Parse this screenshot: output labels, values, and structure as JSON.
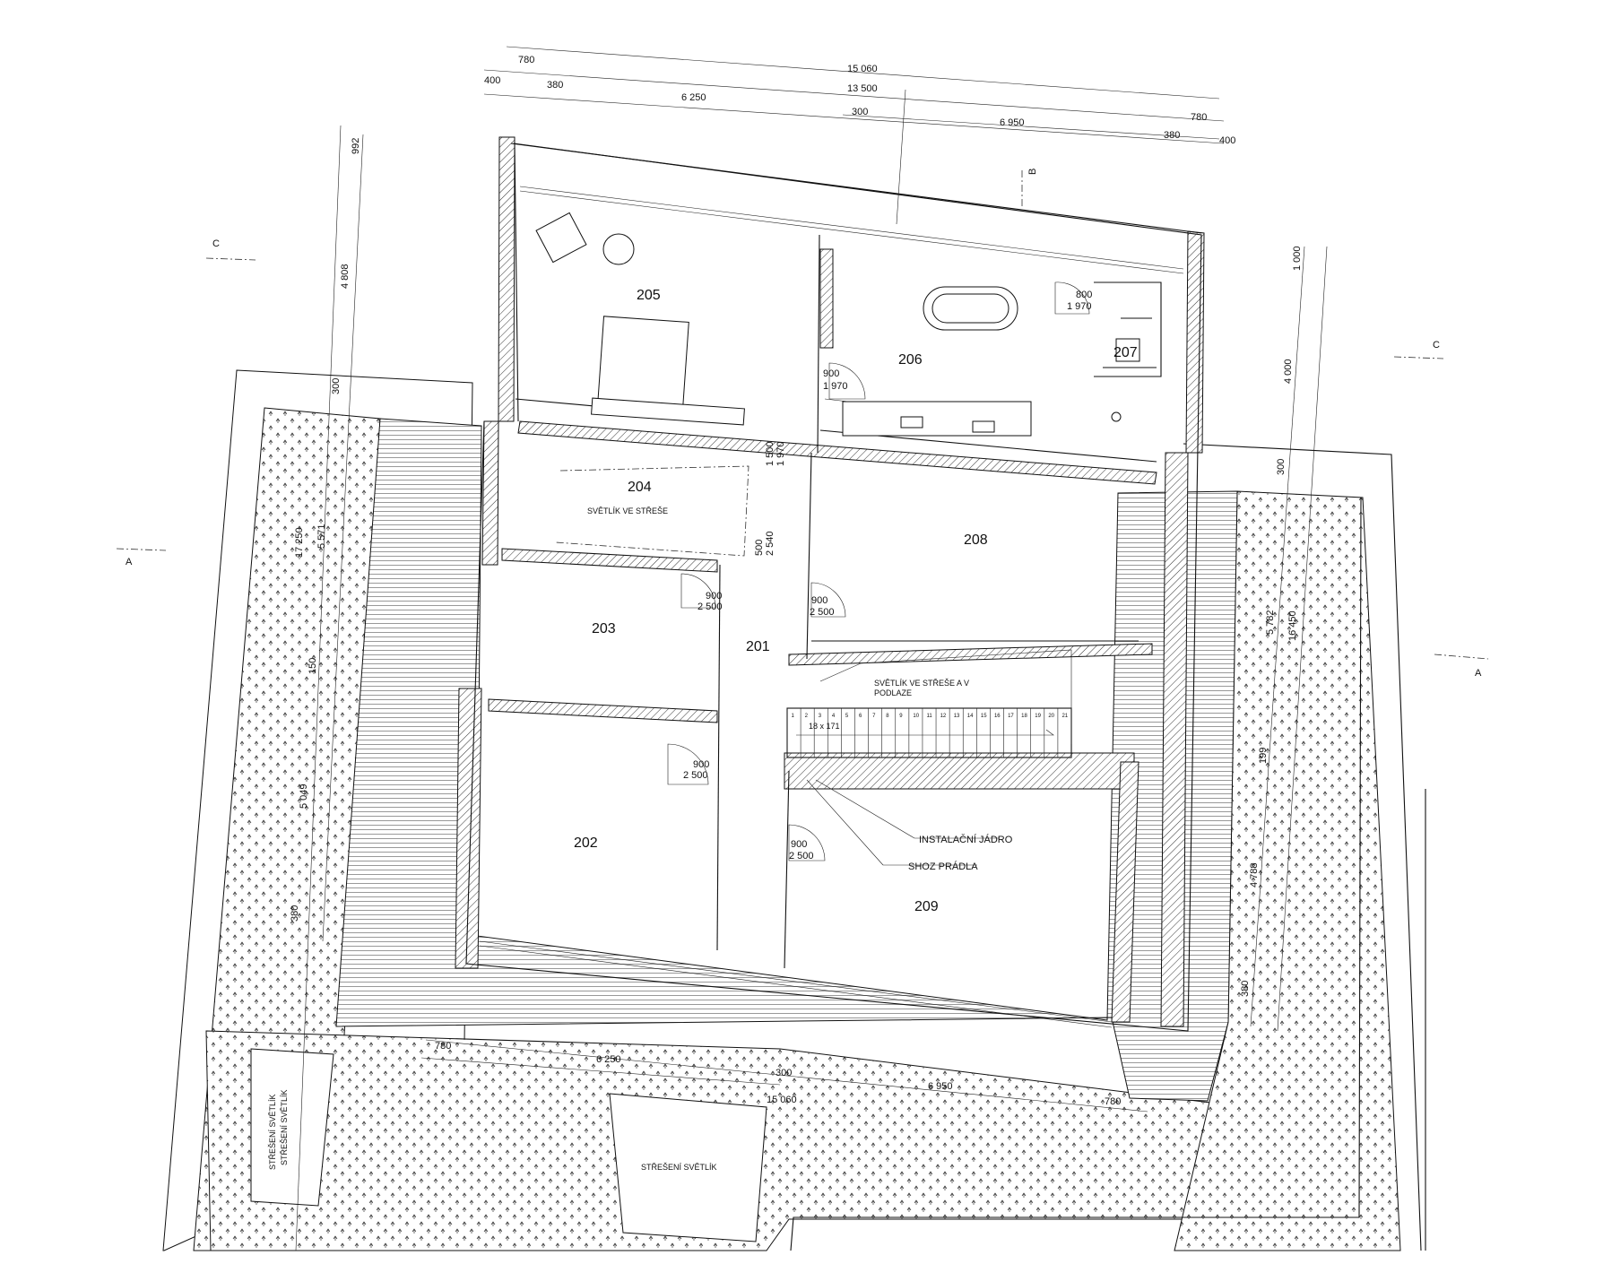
{
  "rooms": {
    "r201": "201",
    "r202": "202",
    "r203": "203",
    "r204": "204",
    "r205": "205",
    "r206": "206",
    "r207": "207",
    "r208": "208",
    "r209": "209"
  },
  "labels": {
    "skylight_204": "SVĚTLÍK VE STŘEŠE",
    "skylight_stair_1": "SVĚTLÍK VE STŘEŠE A V",
    "skylight_stair_2": "PODLAZE",
    "install_core": "INSTALAČNÍ JÁDRO",
    "laundry_chute": "SHOZ PRÁDLA",
    "roof_skylight_left_1": "STŘEŠENÍ SVĚTLÍK",
    "roof_skylight_left_2": "STŘEŠENÍ SVĚTLÍK",
    "roof_skylight_center": "STŘEŠENÍ SVĚTLÍK",
    "stair_note": "18 x 171"
  },
  "sections": {
    "a_left": "A",
    "a_right": "A",
    "b_top": "B",
    "c_left": "C",
    "c_right": "C"
  },
  "dimensions": {
    "top_15060": "15 060",
    "top_13500": "13 500",
    "top_780_l": "780",
    "top_400_l": "400",
    "top_380_l": "380",
    "top_6250": "6 250",
    "top_300": "300",
    "top_6950": "6 950",
    "top_380_r": "380",
    "top_780_r": "780",
    "top_400_r": "400",
    "left_992": "992",
    "left_4808": "4 808",
    "left_300": "300",
    "left_17250": "17 250",
    "left_5571": "5 571",
    "left_150": "150",
    "left_5049": "5 049",
    "left_380": "380",
    "right_1000": "1 000",
    "right_4000": "4 000",
    "right_300": "300",
    "right_5782": "5 782",
    "right_16450": "16 450",
    "right_199": "199",
    "right_4788": "4 788",
    "right_380": "380",
    "bottom_780": "780",
    "bottom_6250": "6 250",
    "bottom_300": "300",
    "bottom_6950": "6 950",
    "bottom_15060": "15 060",
    "bottom_780_r": "780"
  },
  "doors": {
    "d206_w": "900",
    "d206_h": "1 970",
    "d207_w": "800",
    "d207_h": "1 970",
    "d204_w": "1 500",
    "d204_h": "1 970",
    "d204b_w": "500",
    "d204b_h": "2 540",
    "d203_w": "900",
    "d203_h": "2 500",
    "d208_w": "900",
    "d208_h": "2 500",
    "d202_w": "900",
    "d202_h": "2 500",
    "d209_w": "900",
    "d209_h": "2 500"
  },
  "stair_steps": [
    "1",
    "2",
    "3",
    "4",
    "5",
    "6",
    "7",
    "8",
    "9",
    "10",
    "11",
    "12",
    "13",
    "14",
    "15",
    "16",
    "17",
    "18",
    "19",
    "20",
    "21"
  ]
}
